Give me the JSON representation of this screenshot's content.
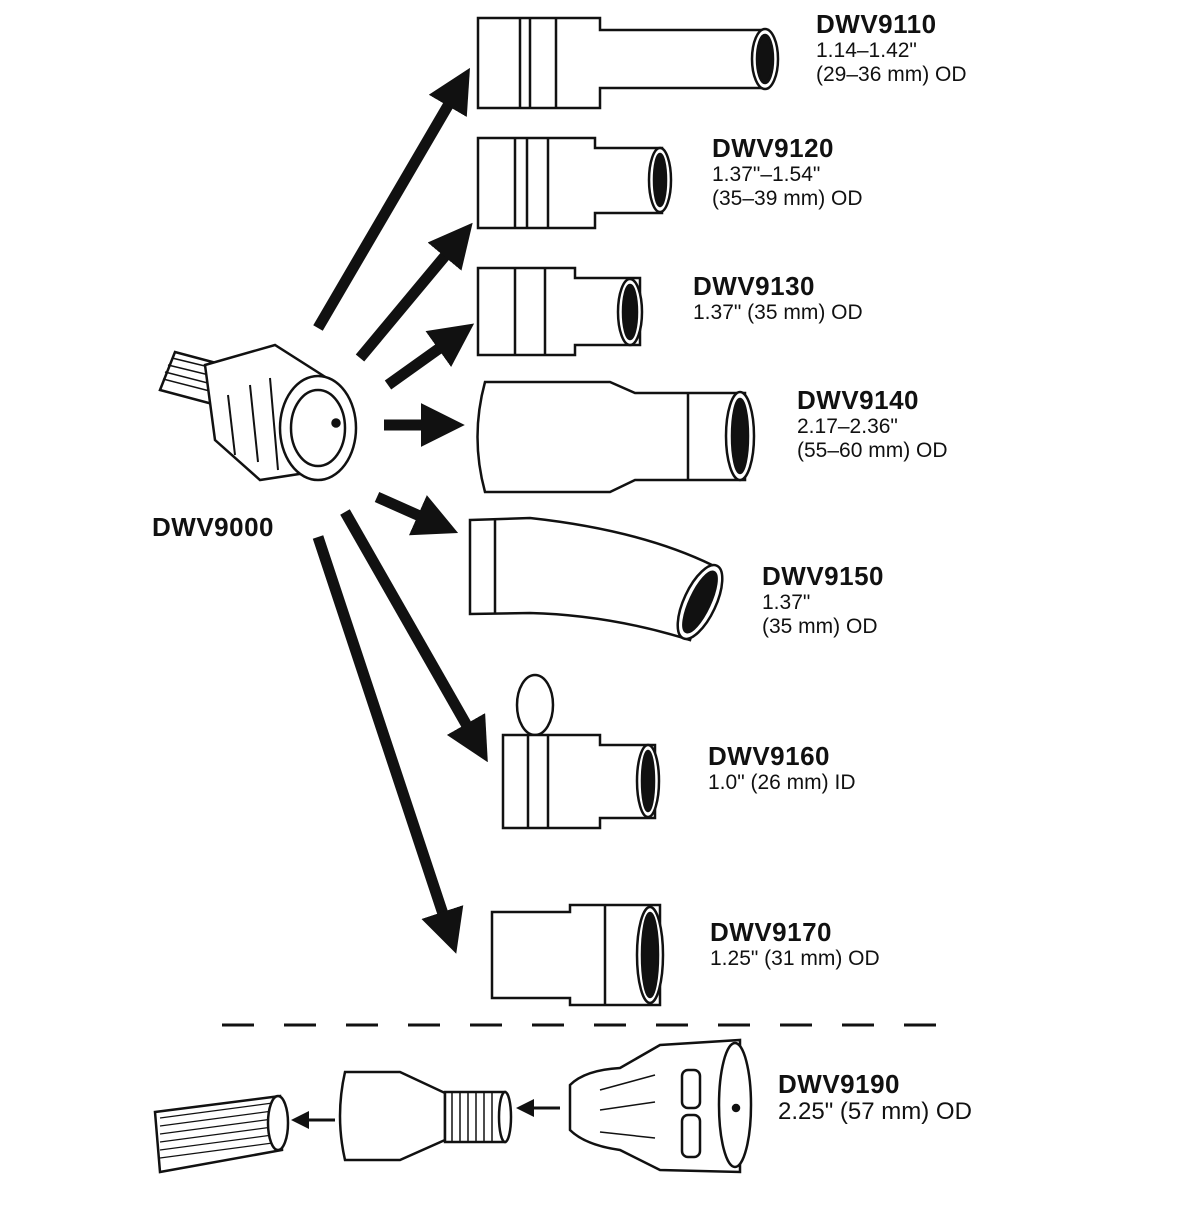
{
  "hub": {
    "code": "DWV9000"
  },
  "adapters": [
    {
      "code": "DWV9110",
      "spec": [
        "1.14–1.42\"",
        "(29–36 mm) OD"
      ]
    },
    {
      "code": "DWV9120",
      "spec": [
        "1.37\"–1.54\"",
        "(35–39 mm) OD"
      ]
    },
    {
      "code": "DWV9130",
      "spec": [
        "1.37\" (35 mm) OD"
      ]
    },
    {
      "code": "DWV9140",
      "spec": [
        "2.17–2.36\"",
        "(55–60 mm) OD"
      ]
    },
    {
      "code": "DWV9150",
      "spec": [
        "1.37\"",
        "(35 mm) OD"
      ]
    },
    {
      "code": "DWV9160",
      "spec": [
        "1.0\" (26 mm) ID"
      ]
    },
    {
      "code": "DWV9170",
      "spec": [
        "1.25\" (31 mm) OD"
      ]
    }
  ],
  "bottom": {
    "code": "DWV9190",
    "spec": [
      "2.25\" (57 mm) OD"
    ]
  },
  "colors": {
    "ink": "#111111",
    "paper": "#ffffff"
  }
}
